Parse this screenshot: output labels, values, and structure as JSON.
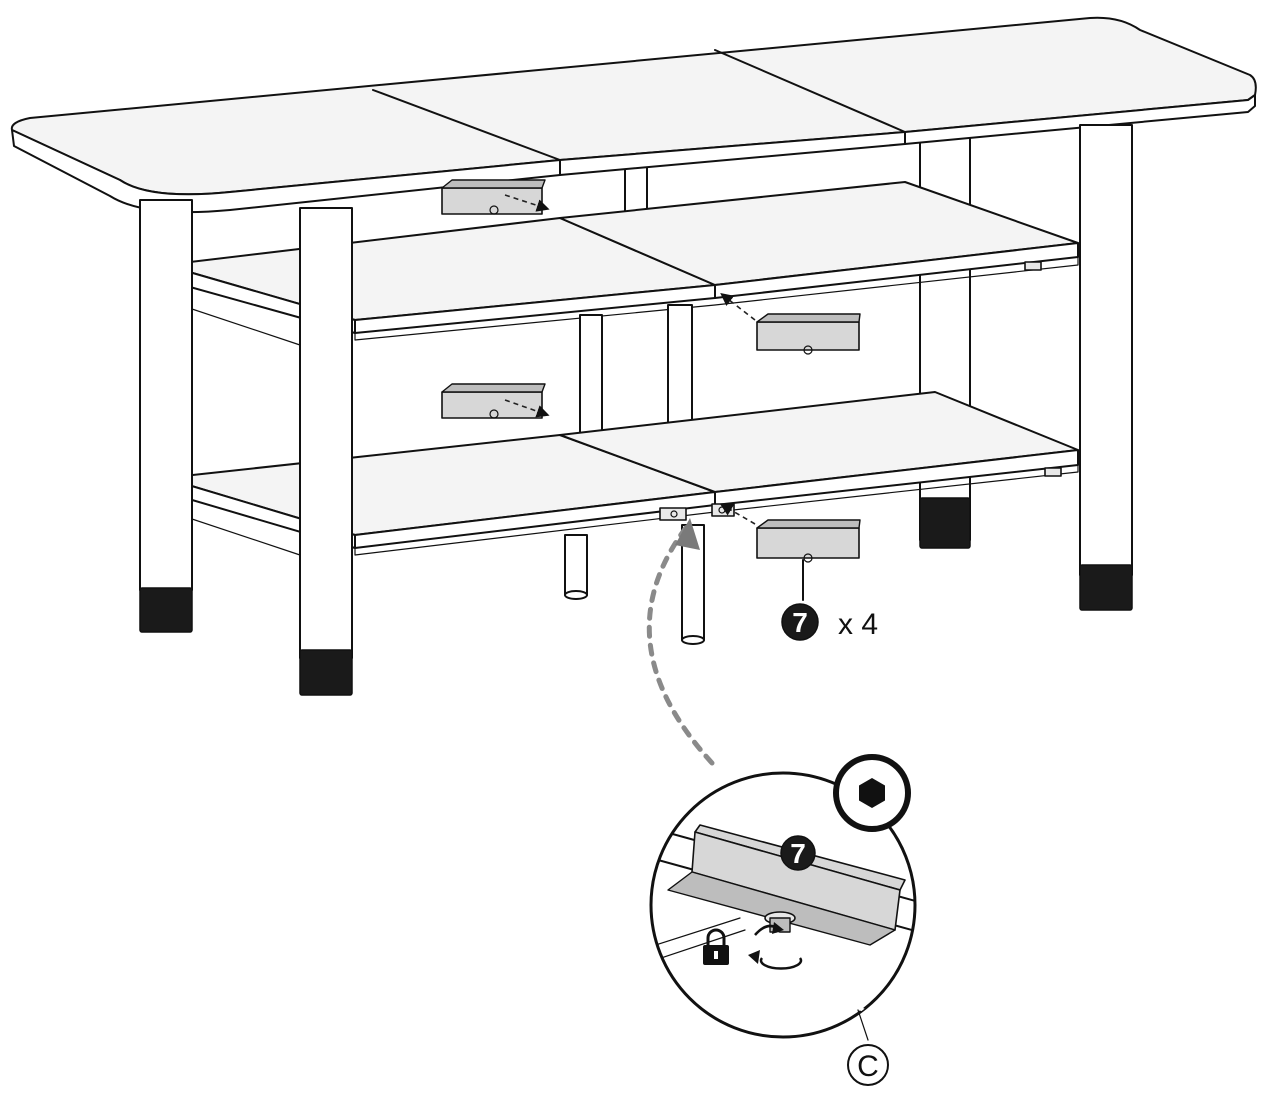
{
  "callouts": {
    "part_number": "7",
    "quantity_label": "x 4",
    "detail_part_number": "7",
    "tool_label": "C"
  }
}
